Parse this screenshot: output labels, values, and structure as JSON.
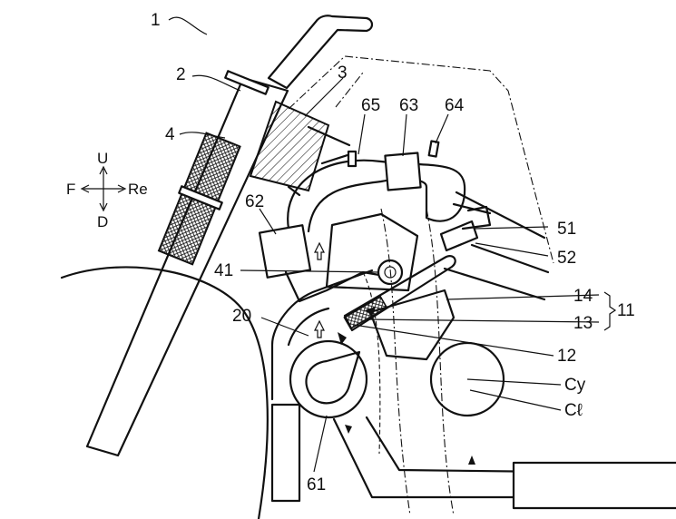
{
  "labels": {
    "l1": "1",
    "l2": "2",
    "l3": "3",
    "l4": "4",
    "l65": "65",
    "l63": "63",
    "l64": "64",
    "l62": "62",
    "l51": "51",
    "l52": "52",
    "l41": "41",
    "l14": "14",
    "l11": "11",
    "l20": "20",
    "l13": "13",
    "l12": "12",
    "lCy": "Cy",
    "lCl": "Cℓ",
    "l61": "61"
  },
  "directions": {
    "up": "U",
    "down": "D",
    "front": "F",
    "rear": "Re"
  }
}
